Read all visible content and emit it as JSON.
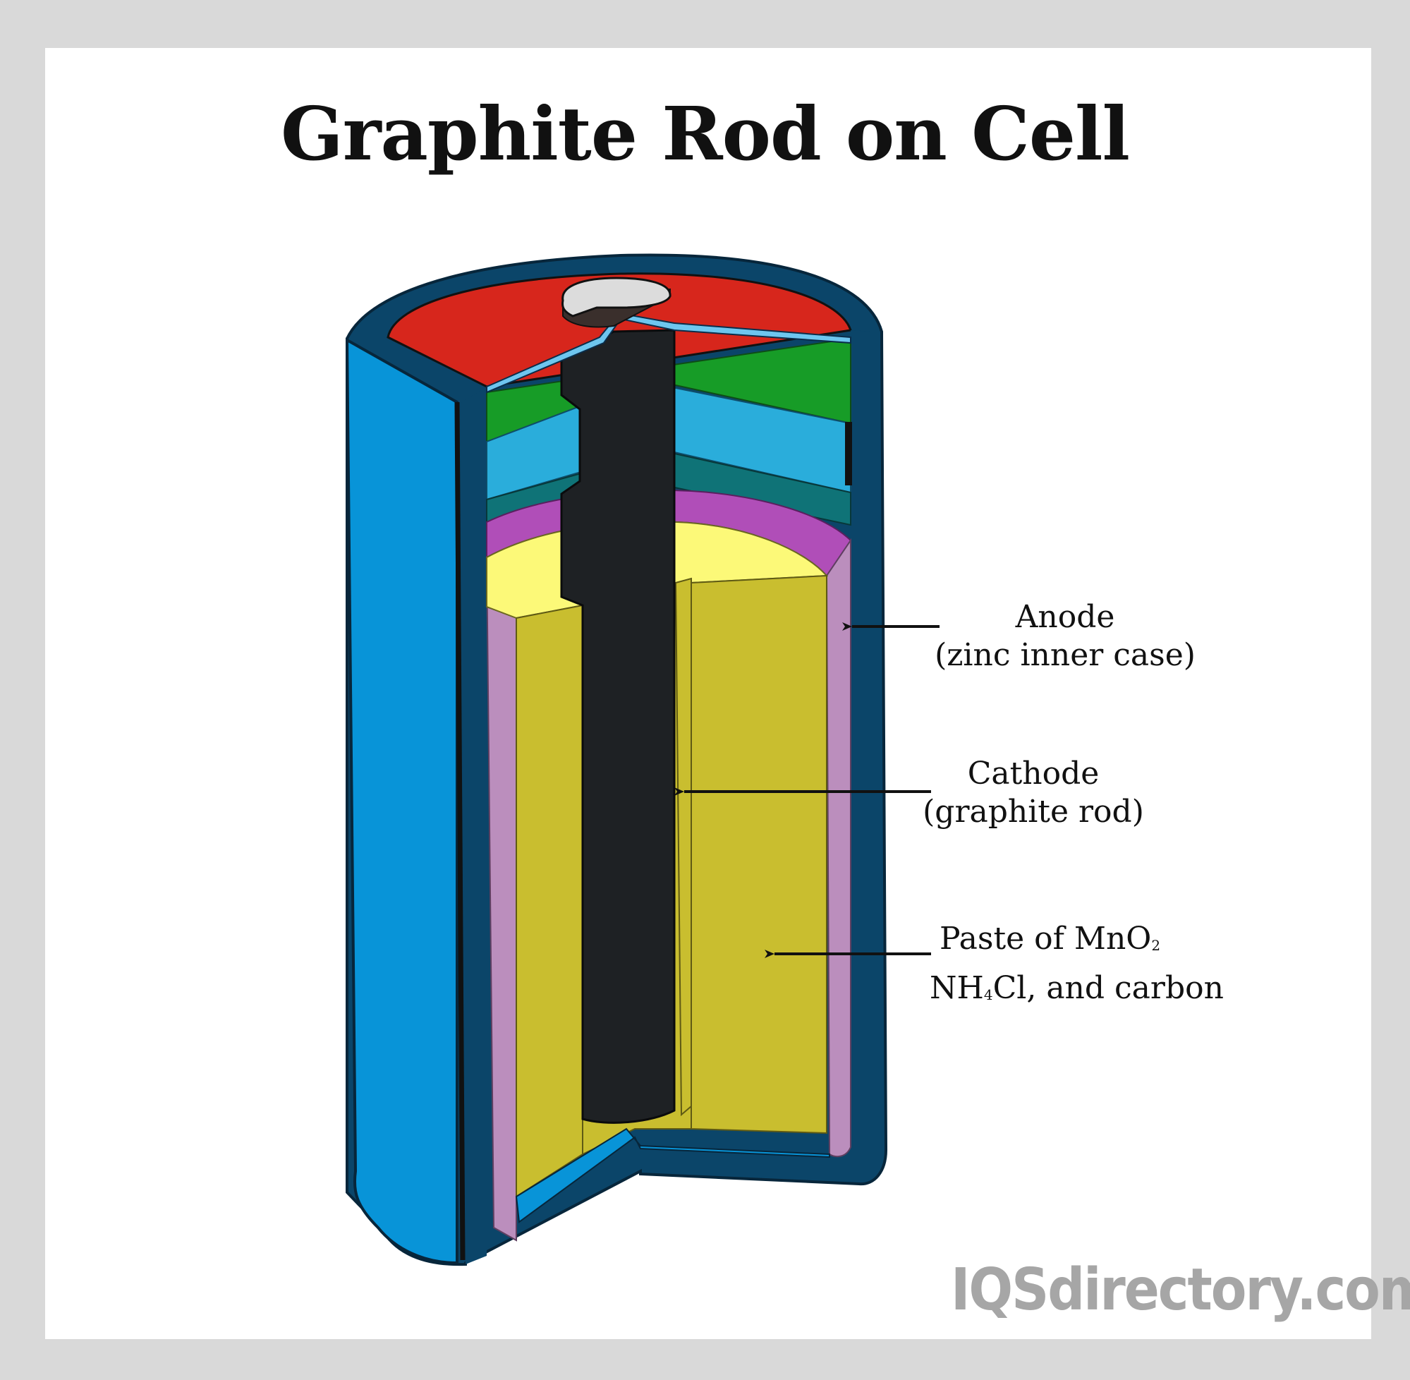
{
  "title": "Graphite Rod on Cell",
  "labels": {
    "anode": {
      "line1": "Anode",
      "line2": "(zinc inner case)"
    },
    "cathode": {
      "line1": "Cathode",
      "line2": "(graphite rod)"
    },
    "paste": {
      "line1_prefix": "Paste of MnO",
      "line1_sub": "2",
      "line2_prefix": "NH",
      "line2_sub": "4",
      "line2_suffix": "Cl, and carbon"
    }
  },
  "watermark": "IQSdirectory.com",
  "colors": {
    "outer_case": "#0894d8",
    "dark_case": "#0b4569",
    "top_seal": "#d7261c",
    "green_layer": "#179c27",
    "light_blue_layer": "#2aaddb",
    "teal_layer": "#0f7377",
    "purple_layer": "#b04eb8",
    "zinc_case": "#bb8ebd",
    "paste": "#c9be2f",
    "paste_top": "#fcf978",
    "graphite_rod": "#1e2124",
    "terminal_cap": "#dcdcdc"
  }
}
